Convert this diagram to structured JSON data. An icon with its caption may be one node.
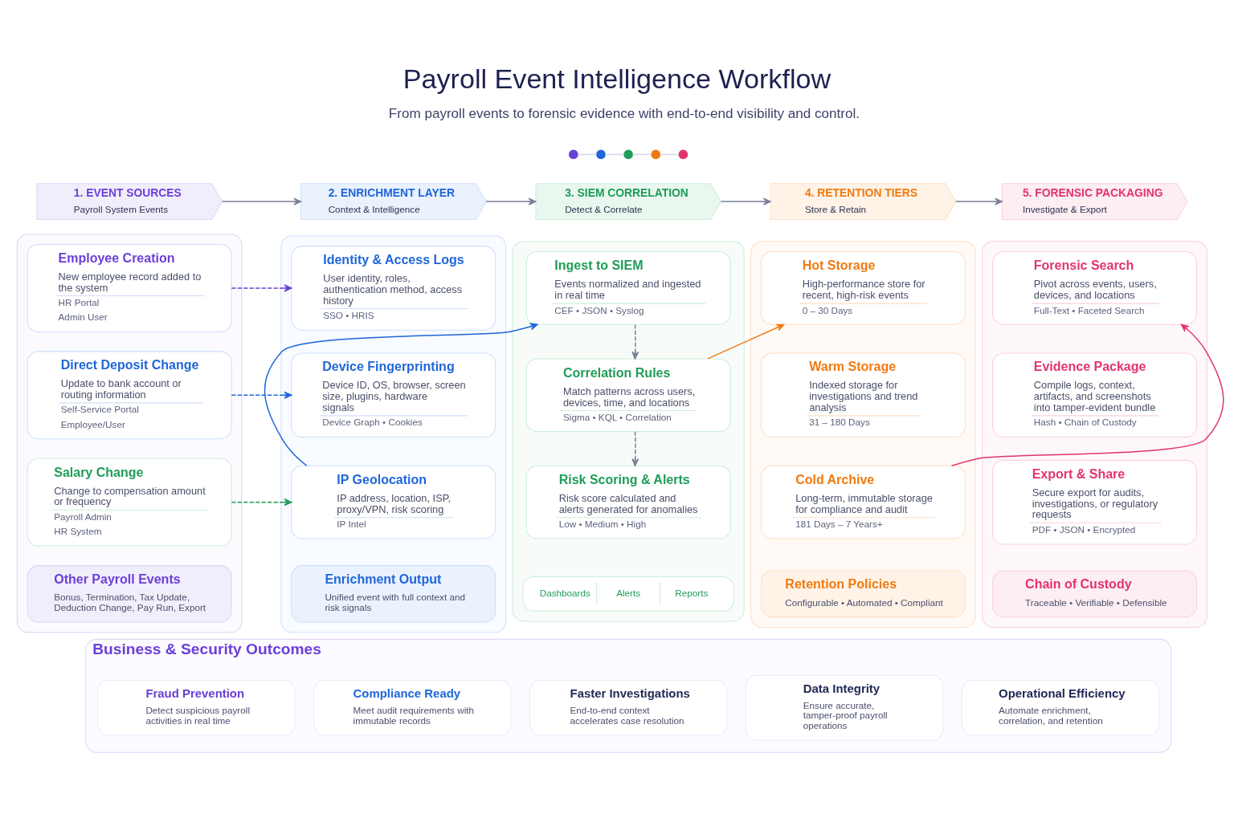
{
  "diagram": {
    "title": "Payroll Event Intelligence Workflow",
    "nodes": [
      {
        "text": [],
        "shape": "circle"
      },
      {
        "text": [],
        "shape": "circle"
      },
      {
        "text": [],
        "shape": "circle"
      },
      {
        "text": [],
        "shape": "circle"
      },
      {
        "text": [],
        "shape": "circle"
      },
      {
        "text": [
          "1. EVENT SOURCES",
          "Payroll System Events"
        ]
      },
      {
        "text": [],
        "shape": "box"
      },
      {
        "text": [
          "Employee Creation",
          "New employee record added to the system",
          "HR Portal",
          "Admin User"
        ],
        "in": 6
      },
      {
        "text": [
          "Direct Deposit Change",
          "Update to bank account or routing information",
          "Self-Service Portal",
          "Employee/User"
        ],
        "in": 6
      },
      {
        "text": [
          "Salary Change",
          "Change to compensation amount or frequency",
          "Payroll Admin",
          "HR System"
        ],
        "in": 6
      },
      {
        "text": [
          "Other Payroll Events",
          "Bonus, Termination, Tax Update, Deduction Change, Pay Run, Export"
        ],
        "in": 6
      },
      {
        "text": [
          "2. ENRICHMENT LAYER",
          "Context & Intelligence"
        ]
      },
      {
        "text": [],
        "shape": "box"
      },
      {
        "text": [
          "Identity & Access Logs",
          "User identity, roles, authentication method, access history",
          "SSO • HRIS"
        ],
        "in": 12
      },
      {
        "text": [
          "Device Fingerprinting",
          "Device ID, OS, browser, screen size, plugins, hardware signals",
          "Device Graph • Cookies"
        ],
        "in": 12
      },
      {
        "text": [
          "IP Geolocation",
          "IP address, location, ISP, proxy/VPN, risk scoring",
          "IP Intel"
        ],
        "in": 12
      },
      {
        "text": [
          "Enrichment Output",
          "Unified event with full context and risk signals"
        ],
        "in": 12
      },
      {
        "text": [
          "3. SIEM CORRELATION",
          "Detect & Correlate"
        ]
      },
      {
        "text": [],
        "shape": "box"
      },
      {
        "text": [
          "Ingest to SIEM",
          "Events normalized and ingested in real time",
          "CEF • JSON • Syslog"
        ],
        "in": 18
      },
      {
        "text": [
          "Correlation Rules",
          "Match patterns across users, devices, time, and locations",
          "Sigma • KQL • Correlation"
        ],
        "in": 18
      },
      {
        "text": [
          "Risk Scoring & Alerts",
          "Risk score calculated and alerts generated for anomalies",
          "Low • Medium • High"
        ],
        "in": 18
      },
      {
        "text": [
          "Dashboards",
          "Alerts",
          "Reports"
        ],
        "in": 18
      },
      {
        "text": [
          "4. RETENTION TIERS",
          "Store & Retain"
        ]
      },
      {
        "text": [],
        "shape": "box"
      },
      {
        "text": [
          "Hot Storage",
          "High-performance store for recent, high-risk events",
          "0 – 30 Days"
        ],
        "in": 24
      },
      {
        "text": [
          "Warm Storage",
          "Indexed storage for investigations and trend analysis",
          "31 – 180 Days"
        ],
        "in": 24
      },
      {
        "text": [
          "Cold Archive",
          "Long-term, immutable storage for compliance and audit",
          "181 Days – 7 Years+"
        ],
        "in": 24
      },
      {
        "text": [
          "Retention Policies",
          "Configurable • Automated • Compliant"
        ],
        "in": 24
      },
      {
        "text": [
          "5. FORENSIC PACKAGING",
          "Investigate & Export"
        ]
      },
      {
        "text": [],
        "shape": "box"
      },
      {
        "text": [
          "Forensic Search",
          "Pivot across events, users, devices, and locations",
          "Full-Text • Faceted Search"
        ],
        "in": 30
      },
      {
        "text": [
          "Evidence Package",
          "Compile logs, context, artifacts, and screenshots into tamper-evident bundle",
          "Hash • Chain of Custody"
        ],
        "in": 30
      },
      {
        "text": [
          "Export & Share",
          "Secure export for audits, investigations, or regulatory requests",
          "PDF • JSON • Encrypted"
        ],
        "in": 30
      },
      {
        "text": [
          "Chain of Custody",
          "Traceable • Verifiable • Defensible"
        ],
        "in": 30
      },
      {
        "text": [
          "Business & Security Outcomes"
        ]
      },
      {
        "text": [
          "Fraud Prevention",
          "Detect suspicious payroll activities in real time"
        ],
        "in": 35
      },
      {
        "text": [
          "Compliance Ready",
          "Meet audit requirements with immutable records"
        ],
        "in": 35
      },
      {
        "text": [
          "Faster Investigations",
          "End-to-end context accelerates case resolution"
        ],
        "in": 35
      },
      {
        "text": [
          "Data Integrity",
          "Ensure accurate, tamper-proof payroll operations"
        ],
        "in": 35
      },
      {
        "text": [
          "Operational Efficiency",
          "Automate enrichment, correlation, and retention"
        ],
        "in": 35
      }
    ],
    "edges": [
      {
        "from": 0,
        "to": 1,
        "arrow": "none",
        "color": "#d3d6e8"
      },
      {
        "from": 1,
        "to": 2,
        "arrow": "none",
        "color": "#d3d6e8"
      },
      {
        "from": 2,
        "to": 3,
        "arrow": "none",
        "color": "#d3d6e8"
      },
      {
        "from": 3,
        "to": 4,
        "arrow": "none",
        "color": "#d3d6e8"
      },
      {
        "from": 5,
        "to": 11,
        "arrow": "to"
      },
      {
        "from": 11,
        "to": 17,
        "arrow": "to"
      },
      {
        "from": 17,
        "to": 23,
        "arrow": "to"
      },
      {
        "from": 23,
        "to": 29,
        "arrow": "to"
      },
      {
        "from": 7,
        "to": 13,
        "arrow": "to",
        "style": "dashed",
        "color": "#6b3fd8"
      },
      {
        "from": 8,
        "to": 14,
        "arrow": "to",
        "style": "dashed",
        "color": "#1f66d9"
      },
      {
        "from": 9,
        "to": 15,
        "arrow": "to",
        "style": "dashed",
        "color": "#1f9d58"
      },
      {
        "from": 15,
        "to": 19,
        "arrow": "to",
        "color": "#1f66d9"
      },
      {
        "from": 19,
        "to": 20,
        "arrow": "to",
        "style": "dashed"
      },
      {
        "from": 20,
        "to": 21,
        "arrow": "to",
        "style": "dashed"
      },
      {
        "from": 20,
        "to": 25,
        "arrow": "to",
        "color": "#f07a10"
      },
      {
        "from": 27,
        "to": 31,
        "arrow": "to",
        "color": "#e2336f"
      }
    ],
    "labels": [
      "From payroll events to forensic evidence with end-to-end visibility and control."
    ]
  }
}
